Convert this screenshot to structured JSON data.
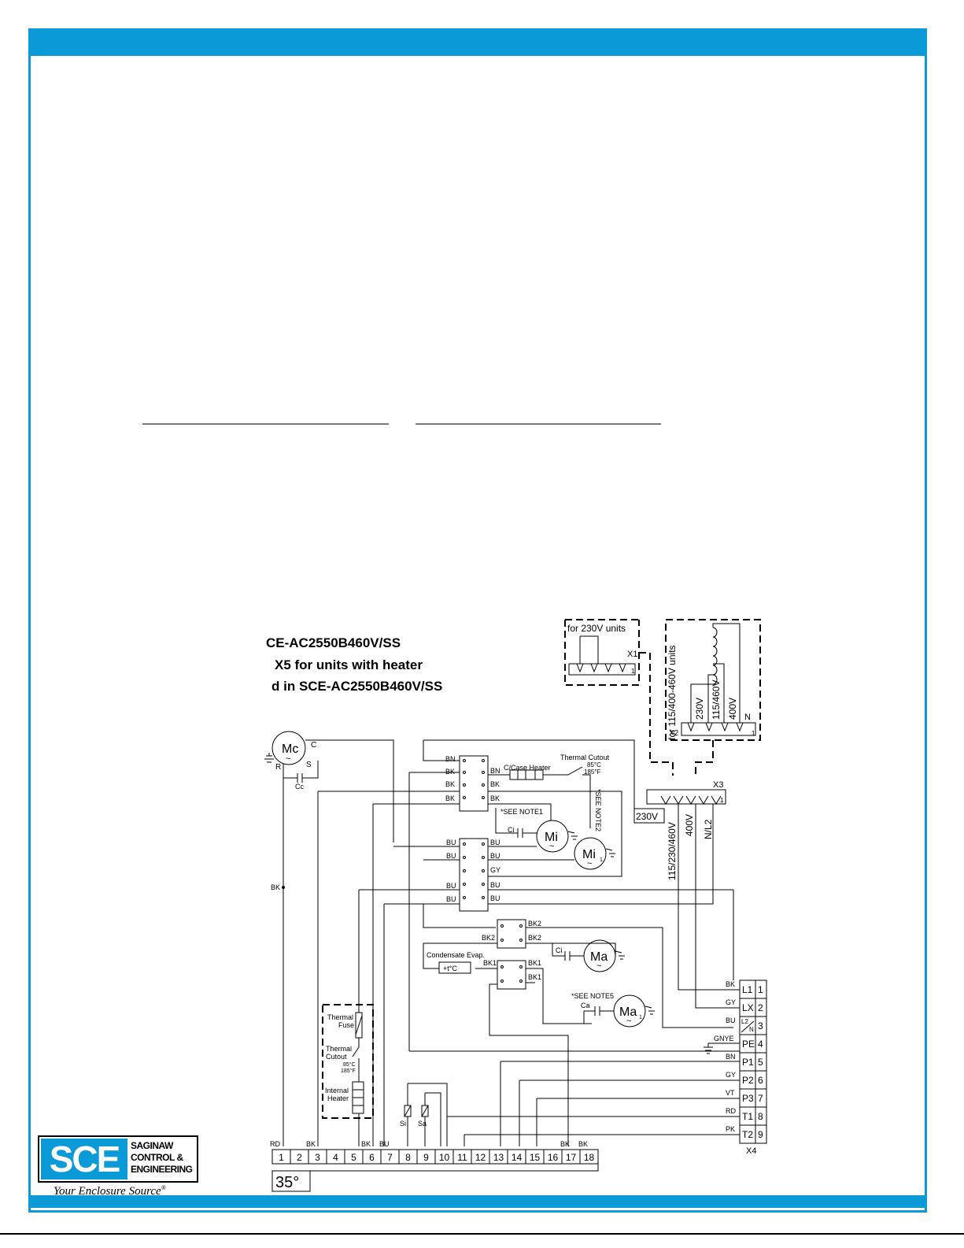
{
  "header": {
    "line1": "CE-AC2550B460V/SS",
    "line2": "X5 for units with heater",
    "line3": "d in SCE-AC2550B460V/SS"
  },
  "colors": {
    "brand_blue": "#0a9ad8",
    "line": "#000000"
  },
  "logo": {
    "mark": "SCE",
    "name_lines": [
      "SAGINAW",
      "CONTROL &",
      "ENGINEERING"
    ],
    "tagline": "Your Enclosure Source",
    "trademark": "®"
  },
  "diagram": {
    "box_230": {
      "title": "for 230V units",
      "terminal": "X1",
      "pin1": "1"
    },
    "box_x2": {
      "title": "for 115/400-460V units",
      "terminal": "X2",
      "taps": [
        "230V",
        "115/460V",
        "400V",
        "N"
      ],
      "pin1": "1"
    },
    "x3": {
      "label": "X3",
      "pin1": "1",
      "tap_230": "230V",
      "taps": [
        "115/230/460V",
        "400V",
        "N/L2"
      ]
    },
    "motors": {
      "mc": "Mc",
      "mc_c": "C",
      "mc_r": "R",
      "mc_s": "S",
      "cc": "Cc",
      "mi": "Mi",
      "mi1": "Mi",
      "ma": "Ma",
      "ma1": "Ma",
      "ci": "Ci",
      "ca": "Ca",
      "sub1": "1"
    },
    "upper_block": {
      "left": [
        "BN",
        "BK",
        "BK",
        "BK"
      ],
      "right": [
        "BN",
        "BK",
        "BK"
      ]
    },
    "mid_block": {
      "left": [
        "BU",
        "BU",
        "BU",
        "BU"
      ],
      "right": [
        "BU",
        "BU",
        "GY",
        "BU",
        "BU"
      ]
    },
    "case_heater": "C/Case Heater",
    "thermal_cutout": {
      "title": "Thermal Cutout",
      "c": "85°C",
      "f": "185°F"
    },
    "notes": {
      "n1": "*SEE NOTE1",
      "n2": "*SEE NOTE2",
      "n5": "*SEE NOTE5"
    },
    "relay2": {
      "left": "BK2",
      "right": [
        "BK2",
        "BK2"
      ]
    },
    "relay1": {
      "left": "BK1",
      "right": [
        "BK1",
        "BK1"
      ]
    },
    "condensate": {
      "label": "Condensate Evap.",
      "sensor": "+t°C"
    },
    "bk_side": "BK",
    "heater_box": {
      "fuse": [
        "Thermal",
        "Fuse"
      ],
      "cutout": [
        "Thermal",
        "Cutout"
      ],
      "cutout_c": "85°C",
      "cutout_f": "185°F",
      "heater": [
        "Internal",
        "Heater"
      ]
    },
    "sensors": [
      "Si",
      "Sa"
    ],
    "x4": {
      "label": "X4",
      "rows": [
        {
          "wire": "BK",
          "term": "L1",
          "num": "1"
        },
        {
          "wire": "GY",
          "term": "LX",
          "num": "2"
        },
        {
          "wire": "BU",
          "term": "L2/N",
          "num": "3"
        },
        {
          "wire": "GNYE",
          "term": "PE",
          "num": "4"
        },
        {
          "wire": "BN",
          "term": "P1",
          "num": "5"
        },
        {
          "wire": "GY",
          "term": "P2",
          "num": "6"
        },
        {
          "wire": "VT",
          "term": "P3",
          "num": "7"
        },
        {
          "wire": "RD",
          "term": "T1",
          "num": "8"
        },
        {
          "wire": "PK",
          "term": "T2",
          "num": "9"
        }
      ],
      "l2": "L2",
      "n": "N"
    },
    "bottom_strip": {
      "terminals": [
        "1",
        "2",
        "3",
        "4",
        "5",
        "6",
        "7",
        "8",
        "9",
        "10",
        "11",
        "12",
        "13",
        "14",
        "15",
        "16",
        "17",
        "18"
      ],
      "wire_labels": {
        "t1": "RD",
        "t3": "BK",
        "t6": "BK",
        "t7": "BU",
        "t17": "BK",
        "t18": "BK"
      },
      "angle": "35°"
    }
  }
}
